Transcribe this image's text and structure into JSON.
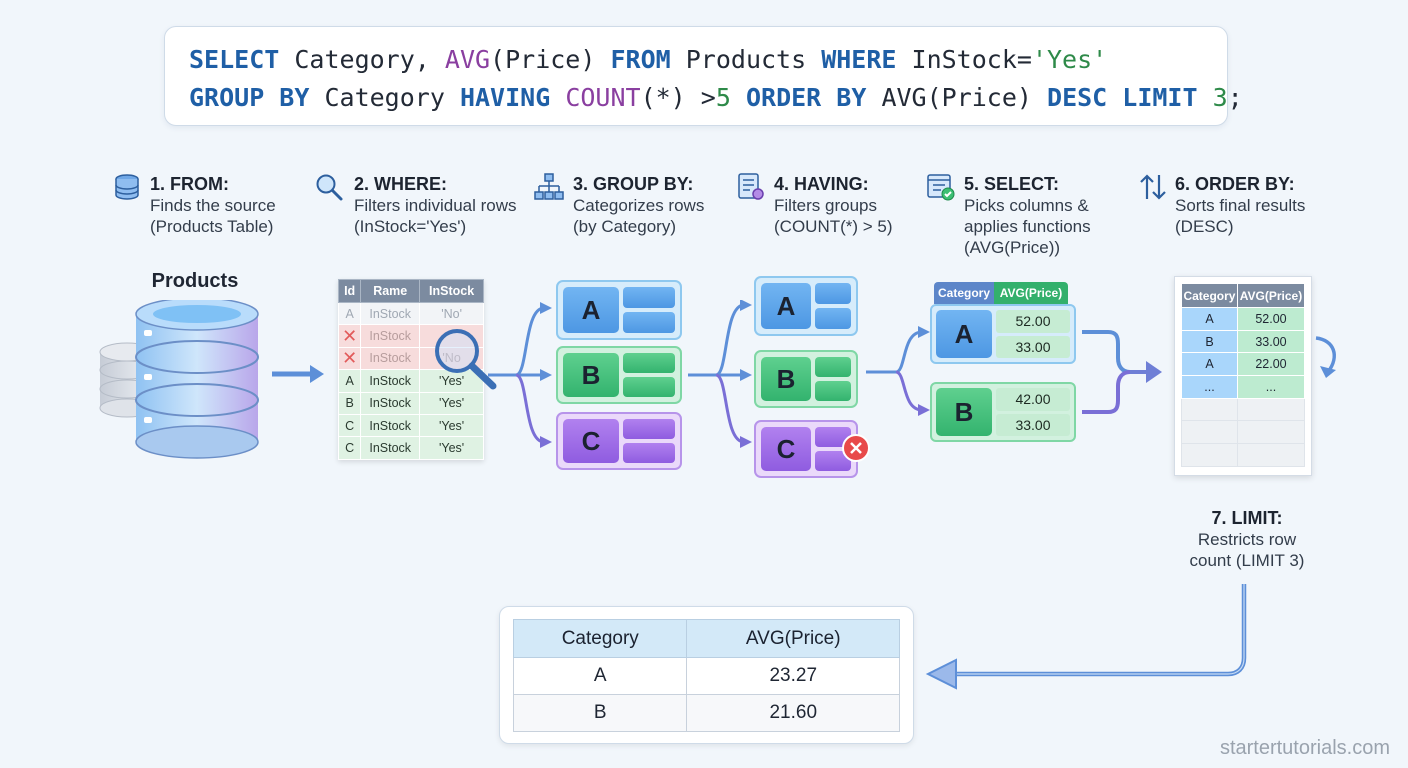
{
  "sql": {
    "line1": [
      {
        "t": "SELECT",
        "c": "kw"
      },
      {
        "t": " Category, ",
        "c": ""
      },
      {
        "t": "AVG",
        "c": "fn"
      },
      {
        "t": "(Price) ",
        "c": ""
      },
      {
        "t": "FROM",
        "c": "kw"
      },
      {
        "t": " Products ",
        "c": ""
      },
      {
        "t": "WHERE",
        "c": "kw"
      },
      {
        "t": " InStock=",
        "c": ""
      },
      {
        "t": "'Yes'",
        "c": "str"
      }
    ],
    "line2": [
      {
        "t": "GROUP BY",
        "c": "kw"
      },
      {
        "t": " Category ",
        "c": ""
      },
      {
        "t": "HAVING",
        "c": "kw"
      },
      {
        "t": " ",
        "c": ""
      },
      {
        "t": "COUNT",
        "c": "fn"
      },
      {
        "t": "(*) >",
        "c": ""
      },
      {
        "t": "5",
        "c": "num"
      },
      {
        "t": " ",
        "c": ""
      },
      {
        "t": "ORDER BY",
        "c": "kw"
      },
      {
        "t": " AVG(Price) ",
        "c": ""
      },
      {
        "t": "DESC LIMIT",
        "c": "kw"
      },
      {
        "t": " ",
        "c": ""
      },
      {
        "t": "3",
        "c": "num"
      },
      {
        "t": ";",
        "c": ""
      }
    ]
  },
  "steps": {
    "from": {
      "title": "1. FROM:",
      "desc1": "Finds the source",
      "desc2": "(Products Table)"
    },
    "where": {
      "title": "2. WHERE:",
      "desc1": "Filters individual rows",
      "desc2": "(InStock='Yes')"
    },
    "group": {
      "title": "3. GROUP BY:",
      "desc1": "Categorizes rows",
      "desc2": "(by Category)"
    },
    "having": {
      "title": "4. HAVING:",
      "desc1": "Filters groups",
      "desc2": "(COUNT(*) > 5)"
    },
    "select": {
      "title": "5. SELECT:",
      "desc1": "Picks columns &",
      "desc2": "applies functions",
      "desc3": "(AVG(Price))"
    },
    "order": {
      "title": "6. ORDER BY:",
      "desc1": "Sorts final results",
      "desc2": "(DESC)"
    },
    "limit": {
      "title": "7. LIMIT:",
      "desc1": "Restricts row",
      "desc2": "count (LIMIT 3)"
    }
  },
  "products_label": "Products",
  "where_table": {
    "headers": [
      "Id",
      "Rame",
      "InStock"
    ],
    "rows": [
      [
        "A",
        "InStock",
        "'No'"
      ],
      [
        "",
        "InStock",
        ""
      ],
      [
        "",
        "InStock",
        "'No"
      ],
      [
        "A",
        "InStock",
        "'Yes'"
      ],
      [
        "B",
        "InStock",
        "'Yes'"
      ],
      [
        "C",
        "InStock",
        "'Yes'"
      ],
      [
        "C",
        "InStock",
        "'Yes'"
      ]
    ]
  },
  "groups": {
    "a": "A",
    "b": "B",
    "c": "C"
  },
  "select_table": {
    "headers": [
      "Category",
      "AVG(Price)"
    ],
    "group_a": {
      "letter": "A",
      "v1": "52.00",
      "v2": "33.00"
    },
    "group_b": {
      "letter": "B",
      "v1": "42.00",
      "v2": "33.00"
    }
  },
  "order_table": {
    "headers": [
      "Category",
      "AVG(Price)"
    ],
    "rows": [
      [
        "A",
        "52.00"
      ],
      [
        "B",
        "33.00"
      ],
      [
        "A",
        "22.00"
      ],
      [
        "...",
        "..."
      ]
    ]
  },
  "result_table": {
    "headers": [
      "Category",
      "AVG(Price)"
    ],
    "rows": [
      [
        "A",
        "23.27"
      ],
      [
        "B",
        "21.60"
      ]
    ]
  },
  "watermark": "startertutorials.com",
  "colors": {
    "keyword": "#1f5fa6",
    "function": "#8a3fa0",
    "string": "#2e8a49",
    "arrow": "#5d8fd8",
    "reject": "#e84a4a"
  }
}
